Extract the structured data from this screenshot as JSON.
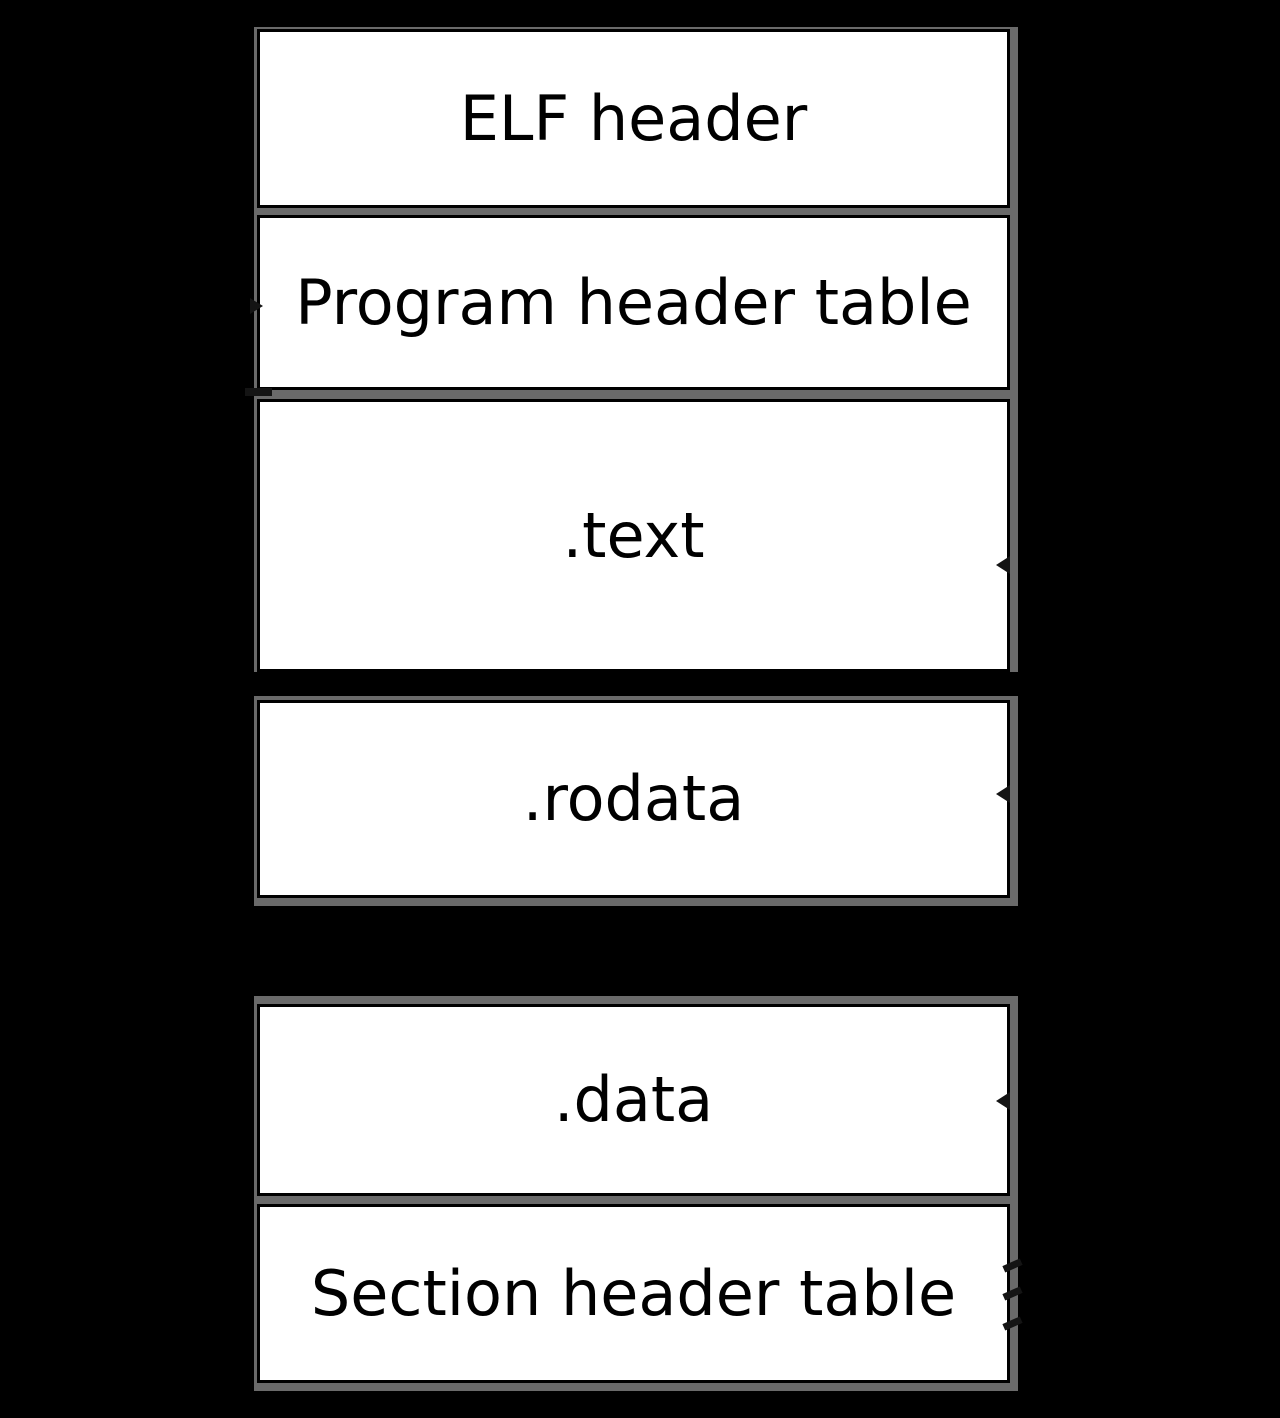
{
  "colors": {
    "background": "#000000",
    "box-fill": "#ffffff",
    "box-border": "#000000",
    "shadow-gray": "#6a6a6a"
  },
  "boxes": [
    {
      "id": "elf-header",
      "label": "ELF header"
    },
    {
      "id": "program-header-table",
      "label": "Program header table"
    },
    {
      "id": "text-section",
      "label": ".text"
    },
    {
      "id": "rodata-section",
      "label": ".rodata"
    },
    {
      "id": "data-section",
      "label": ".data"
    },
    {
      "id": "section-header-table",
      "label": "Section header table"
    }
  ]
}
